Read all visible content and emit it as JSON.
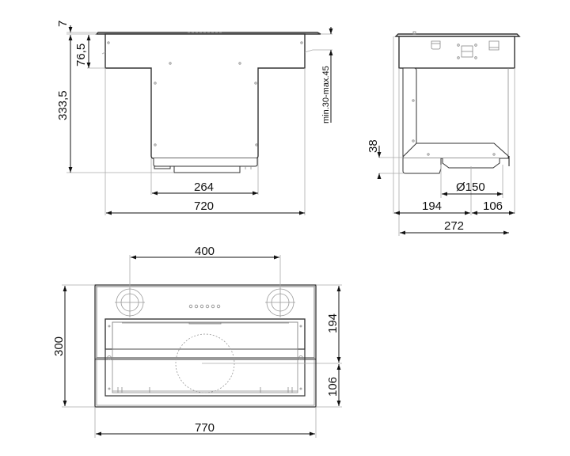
{
  "title": "Range hood installation dimensions drawing",
  "views": {
    "front": {
      "dimensions": {
        "top_lip": "7",
        "upper_height": "76,5",
        "total_height": "333,5",
        "chimney_width": "264",
        "total_width": "720",
        "clearance": "min.30-max.45"
      }
    },
    "side": {
      "dimensions": {
        "bottom_height": "38",
        "duct_diameter": "Ø150",
        "front_depth": "194",
        "rear_depth": "106",
        "total_depth": "272"
      }
    },
    "bottom": {
      "dimensions": {
        "hole_spacing": "400",
        "depth": "300",
        "front_to_center": "194",
        "center_to_rear": "106",
        "width": "770"
      }
    }
  },
  "colors": {
    "outline": "#333333",
    "dimension_line": "#111111",
    "extension_line": "#aaaaaa"
  }
}
